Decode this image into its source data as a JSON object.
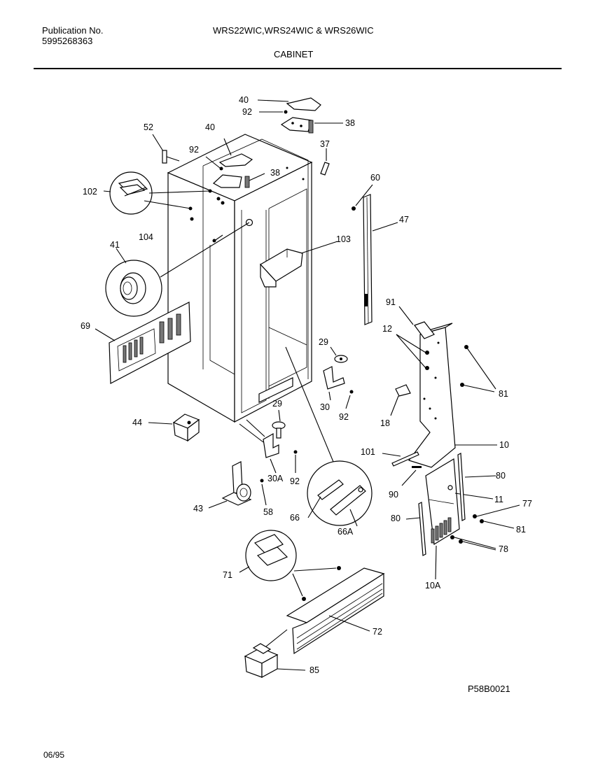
{
  "header": {
    "publication_label": "Publication No.",
    "publication_number": "5995268363",
    "models": "WRS22WIC,WRS24WIC & WRS26WIC",
    "section": "CABINET"
  },
  "footer": {
    "date": "06/95",
    "drawing_code": "P58B0021"
  },
  "callouts": {
    "c40a": "40",
    "c92a": "92",
    "c38a": "38",
    "c52": "52",
    "c40b": "40",
    "c92b": "92",
    "c37": "37",
    "c38b": "38",
    "c60": "60",
    "c102": "102",
    "c47": "47",
    "c104": "104",
    "c41": "41",
    "c103": "103",
    "c91": "91",
    "c69": "69",
    "c12": "12",
    "c29a": "29",
    "c81a": "81",
    "c29b": "29",
    "c30": "30",
    "c92c": "92",
    "c18": "18",
    "c44": "44",
    "c101": "101",
    "c10": "10",
    "c30a": "30A",
    "c92d": "92",
    "c80a": "80",
    "c90": "90",
    "c43": "43",
    "c58": "58",
    "c66": "66",
    "c11": "11",
    "c77": "77",
    "c80b": "80",
    "c81b": "81",
    "c66a": "66A",
    "c78": "78",
    "c71": "71",
    "c10a": "10A",
    "c72": "72",
    "c85": "85"
  }
}
